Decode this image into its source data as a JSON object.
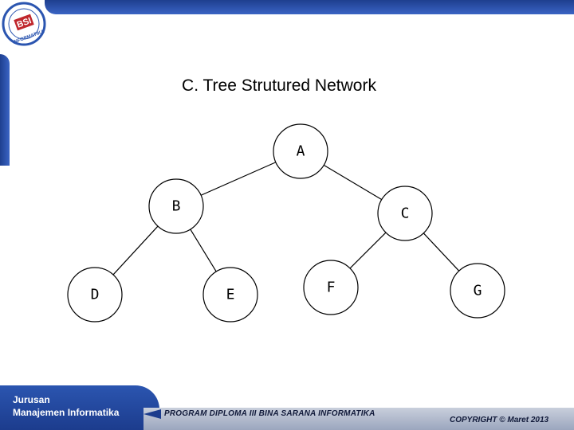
{
  "slide": {
    "title": "C. Tree Strutured Network",
    "logo_text": "BSI INFORMATIKA"
  },
  "diagram": {
    "nodes": [
      {
        "id": "A",
        "label": "A"
      },
      {
        "id": "B",
        "label": "B"
      },
      {
        "id": "C",
        "label": "C"
      },
      {
        "id": "D",
        "label": "D"
      },
      {
        "id": "E",
        "label": "E"
      },
      {
        "id": "F",
        "label": "F"
      },
      {
        "id": "G",
        "label": "G"
      }
    ],
    "edges": [
      {
        "from": "A",
        "to": "B"
      },
      {
        "from": "A",
        "to": "C"
      },
      {
        "from": "B",
        "to": "D"
      },
      {
        "from": "B",
        "to": "E"
      },
      {
        "from": "C",
        "to": "F"
      },
      {
        "from": "C",
        "to": "G"
      }
    ]
  },
  "footer": {
    "dept_line1": "Jurusan",
    "dept_line2": "Manajemen Informatika",
    "program": "PROGRAM DIPLOMA III BINA SARANA INFORMATIKA",
    "copyright": "COPYRIGHT © Maret 2013"
  },
  "colors": {
    "frame_blue": "#2b55b0",
    "footer_band": "#b5bdd0",
    "node_stroke": "#000000"
  }
}
